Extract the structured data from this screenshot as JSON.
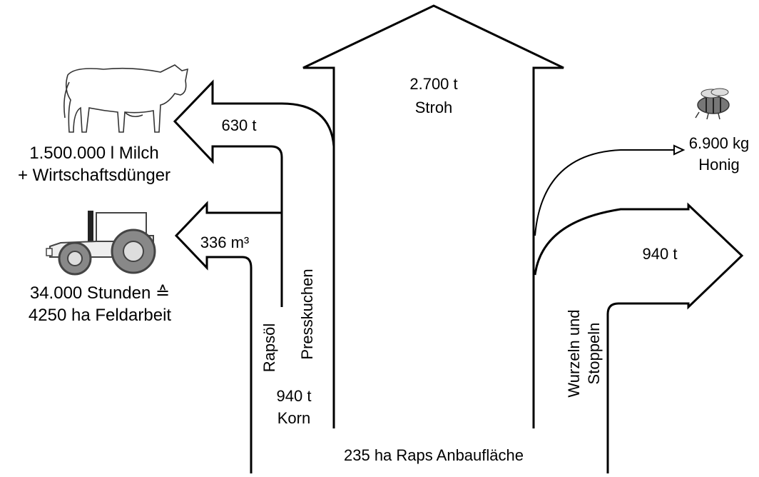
{
  "diagram": {
    "base_label": "235 ha Raps Anbaufläche",
    "straw": {
      "value": "2.700 t",
      "label": "Stroh"
    },
    "grain": {
      "value": "940 t",
      "label": "Korn"
    },
    "press_cake": {
      "label": "Presskuchen",
      "value": "630 t"
    },
    "rapeseed_oil": {
      "label": "Rapsöl",
      "value": "336 m³"
    },
    "roots": {
      "label_line1": "Wurzeln und",
      "label_line2": "Stoppeln",
      "value": "940 t"
    },
    "honey": {
      "value": "6.900 kg",
      "label": "Honig"
    },
    "milk": {
      "line1": "1.500.000 l Milch",
      "line2": "+ Wirtschaftsdünger"
    },
    "tractor": {
      "line1": "34.000 Stunden ≙",
      "line2": "4250 ha Feldarbeit"
    },
    "icons": [
      "cow-icon",
      "tractor-icon",
      "bee-icon"
    ]
  }
}
